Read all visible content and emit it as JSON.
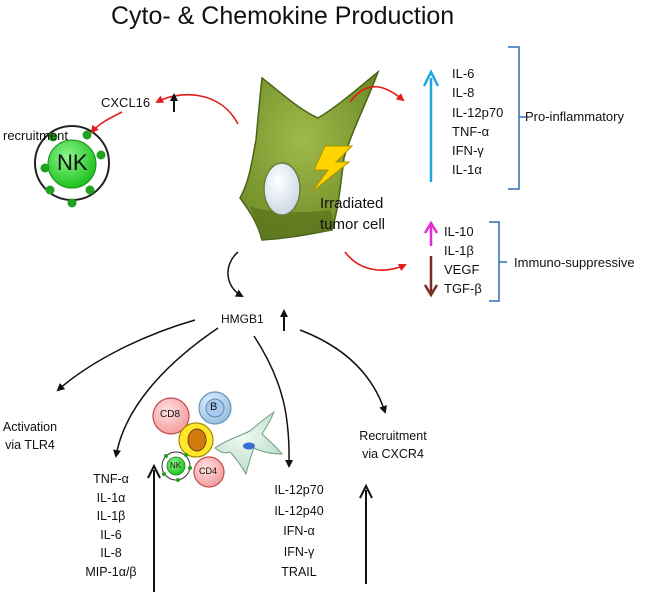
{
  "title": "Cyto- & Chemokine Production",
  "cell_label": [
    "Irradiated",
    "tumor cell"
  ],
  "pro_inflammatory": {
    "items": [
      "IL-6",
      "IL-8",
      "IL-12p70",
      "TNF-α",
      "IFN-γ",
      "IL-1α"
    ],
    "label": "Pro-inflammatory",
    "arrow_color": "#1ea6e0"
  },
  "immuno_suppressive": {
    "up_items": [
      "IL-10",
      "IL-1β"
    ],
    "down_items": [
      "VEGF",
      "TGF-β"
    ],
    "label": "Immuno-suppressive",
    "up_color": "#e02bd6",
    "down_color": "#7a2a22"
  },
  "chemokine": {
    "label": "CXCL16",
    "recruitment": "recruitment",
    "nk_label": "NK"
  },
  "hmgb1": {
    "label": "HMGB1"
  },
  "branches": {
    "activation": [
      "Activation",
      "via TLR4"
    ],
    "recruitment": [
      "Recruitment",
      "via CXCR4"
    ],
    "left_list": [
      "TNF-α",
      "IL-1α",
      "IL-1β",
      "IL-6",
      "IL-8",
      "MIP-1α/β"
    ],
    "right_list": [
      "IL-12p70",
      "IL-12p40",
      "IFN-α",
      "IFN-γ",
      "TRAIL"
    ]
  },
  "immune_cells": {
    "cd8": "CD8",
    "b": "B",
    "nk": "NK",
    "cd4": "CD4"
  },
  "colors": {
    "red_arrow": "#e31b1b",
    "cell_green": "#8aa63a",
    "nk_green": "#2bd22b",
    "bracket": "#2e6db4"
  }
}
